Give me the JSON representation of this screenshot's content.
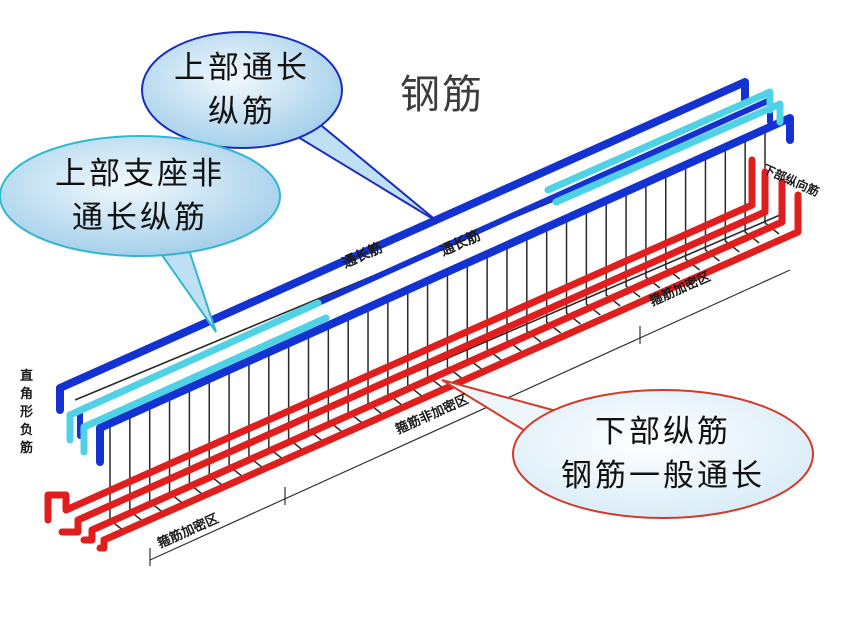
{
  "slide": {
    "title": "钢筋"
  },
  "callouts": {
    "top_through": [
      "上部通长",
      "纵筋"
    ],
    "support_non_through": [
      "上部支座非",
      "通长纵筋"
    ],
    "bottom_longitudinal": [
      "下部纵筋",
      "钢筋一般通长"
    ]
  },
  "drawing_labels": {
    "through_bar_1": "通长筋",
    "through_bar_2": "通长筋",
    "right_angle_negative": [
      "直",
      "角",
      "形",
      "负",
      "筋"
    ],
    "stirrup_dense_left": "箍筋加密区",
    "stirrup_non_dense": "箍筋非加密区",
    "stirrup_dense_right": "箍筋加密区",
    "bottom_longitudinal_bar": "下部纵向筋"
  },
  "colors": {
    "top_bar": "#1432d2",
    "support_bar": "#4fd2e6",
    "bottom_bar": "#e01e1e",
    "callout_fill": "#bfe0f2",
    "callout_fill_light": "#e8f4fb",
    "callout_blue_border": "#1a2bc4",
    "callout_cyan_border": "#2fb8d0",
    "callout_red_border": "#d23a2a",
    "callout_red_fill": "#eef6fb"
  }
}
